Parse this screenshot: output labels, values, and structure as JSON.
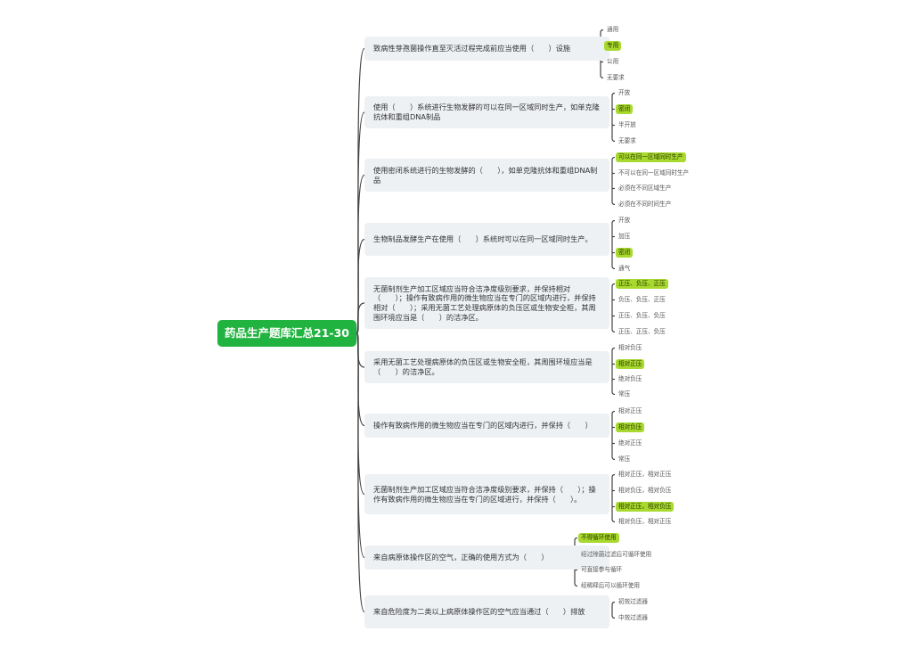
{
  "root": {
    "label": "药品生产题库汇总21-30"
  },
  "questions": [
    {
      "text": "致病性芽孢菌操作直至灭活过程完成前应当使用（　　）设施",
      "options": [
        "通用",
        "专用",
        "公用",
        "无要求"
      ],
      "answer": 1
    },
    {
      "text": "使用（　　）系统进行生物发酵的可以在同一区域同时生产，如单克隆抗体和重组DNA制品",
      "options": [
        "开放",
        "密闭",
        "半开放",
        "无要求"
      ],
      "answer": 1
    },
    {
      "text": "使用密闭系统进行的生物发酵的（　　），如单克隆抗体和重组DNA制品",
      "options": [
        "可以在同一区域同时生产",
        "不可以在同一区域同时生产",
        "必须在不同区域生产",
        "必须在不同时间生产"
      ],
      "answer": 0
    },
    {
      "text": "生物制品发酵生产在使用（　　）系统时可以在同一区域同时生产。",
      "options": [
        "开放",
        "加压",
        "密闭",
        "通气"
      ],
      "answer": 2
    },
    {
      "text": "无菌制剂生产加工区域应当符合洁净度级别要求，并保持相对（　　）；操作有致病作用的微生物应当在专门的区域内进行，并保持相对（　　）；采用无菌工艺处理病原体的负压区或生物安全柜，其周围环境应当是（　　）的洁净区。",
      "options": [
        "正压、负压、正压",
        "负压、负压、正压",
        "正压、负压、负压",
        "正压、正压、负压"
      ],
      "answer": 0
    },
    {
      "text": "采用无菌工艺处理病原体的负压区或生物安全柜，其周围环境应当是（　　）的洁净区。",
      "options": [
        "相对负压",
        "相对正压",
        "绝对负压",
        "常压"
      ],
      "answer": 1
    },
    {
      "text": "操作有致病作用的微生物应当在专门的区域内进行，并保持（　　）",
      "options": [
        "相对正压",
        "相对负压",
        "绝对正压",
        "常压"
      ],
      "answer": 1
    },
    {
      "text": "无菌制剂生产加工区域应当符合洁净度级别要求，并保持（　　）；操作有致病作用的微生物应当在专门的区域进行，并保持（　　）。",
      "options": [
        "相对正压，相对正压",
        "相对负压，相对负压",
        "相对正压，相对负压",
        "相对负压，相对正压"
      ],
      "answer": 2
    },
    {
      "text": "来自病原体操作区的空气，正确的使用方式为（　　）",
      "options": [
        "不得循环使用",
        "经过除菌过滤后可循环使用",
        "可直接参与循环",
        "经稀释后可以循环使用"
      ],
      "answer": 0
    },
    {
      "text": "来自危险度为二类以上病原体操作区的空气应当通过（　　）排放",
      "options": [
        "初效过滤器",
        "中效过滤器"
      ],
      "answer": -1
    }
  ]
}
